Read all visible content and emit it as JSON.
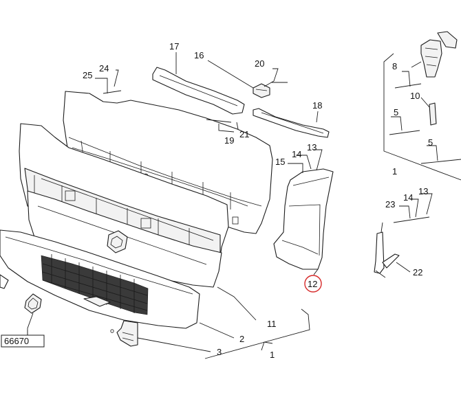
{
  "diagram": {
    "callouts": [
      {
        "id": "c17",
        "text": "17"
      },
      {
        "id": "c16",
        "text": "16"
      },
      {
        "id": "c20",
        "text": "20"
      },
      {
        "id": "c25",
        "text": "25"
      },
      {
        "id": "c24",
        "text": "24"
      },
      {
        "id": "c18",
        "text": "18"
      },
      {
        "id": "c19",
        "text": "19"
      },
      {
        "id": "c21",
        "text": "21"
      },
      {
        "id": "c15",
        "text": "15"
      },
      {
        "id": "c14a",
        "text": "14"
      },
      {
        "id": "c13a",
        "text": "13"
      },
      {
        "id": "c12",
        "text": "12"
      },
      {
        "id": "c8",
        "text": "8"
      },
      {
        "id": "c10",
        "text": "10"
      },
      {
        "id": "c5a",
        "text": "5"
      },
      {
        "id": "c5b",
        "text": "5"
      },
      {
        "id": "c1a",
        "text": "1"
      },
      {
        "id": "c23",
        "text": "23"
      },
      {
        "id": "c14b",
        "text": "14"
      },
      {
        "id": "c13b",
        "text": "13"
      },
      {
        "id": "c22",
        "text": "22"
      },
      {
        "id": "c11",
        "text": "11"
      },
      {
        "id": "c2",
        "text": "2"
      },
      {
        "id": "c3",
        "text": "3"
      },
      {
        "id": "c1b",
        "text": "1"
      }
    ],
    "part_code_box": "66670",
    "highlighted_callout": "12",
    "highlight_color": "#d62828"
  }
}
